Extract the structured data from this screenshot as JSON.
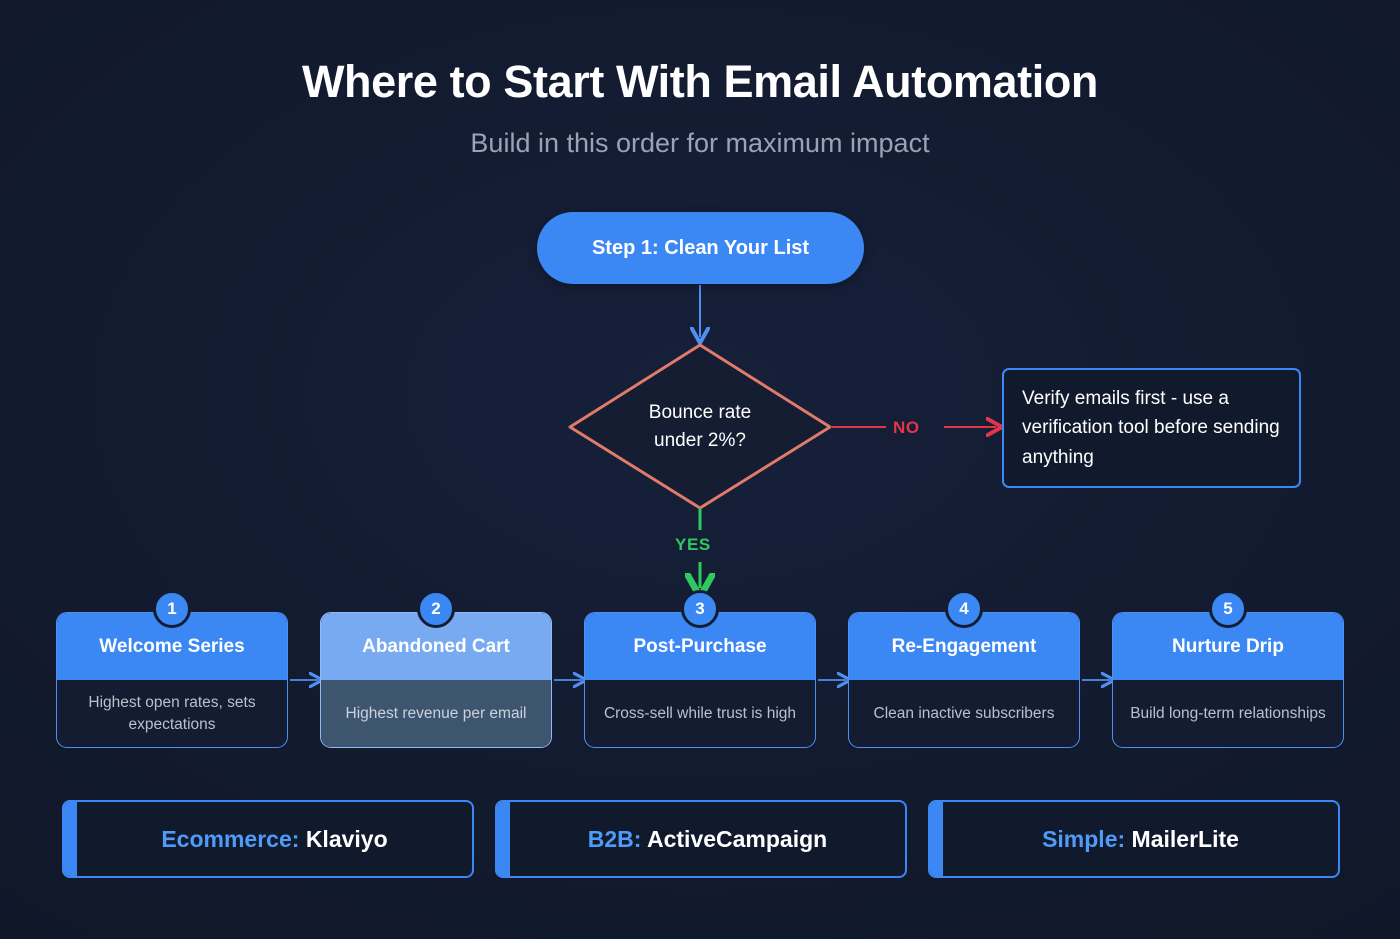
{
  "header": {
    "title": "Where to Start With Email Automation",
    "subtitle": "Build in this order for maximum impact"
  },
  "flow": {
    "start_node": "Step 1: Clean Your List",
    "decision": {
      "line1": "Bounce rate",
      "line2": "under 2%?"
    },
    "branch_no_label": "NO",
    "branch_yes_label": "YES",
    "no_outcome": "Verify emails first - use a verification tool before sending anything"
  },
  "steps": [
    {
      "number": "1",
      "title": "Welcome Series",
      "desc": "Highest open rates, sets expectations"
    },
    {
      "number": "2",
      "title": "Abandoned Cart",
      "desc": "Highest revenue per email"
    },
    {
      "number": "3",
      "title": "Post-Purchase",
      "desc": "Cross-sell while trust is high"
    },
    {
      "number": "4",
      "title": "Re-Engagement",
      "desc": "Clean inactive subscribers"
    },
    {
      "number": "5",
      "title": "Nurture Drip",
      "desc": "Build long-term relationships"
    }
  ],
  "recommendations": [
    {
      "label": "Ecommerce:",
      "value": "Klaviyo"
    },
    {
      "label": "B2B:",
      "value": "ActiveCampaign"
    },
    {
      "label": "Simple:",
      "value": "MailerLite"
    }
  ],
  "colors": {
    "background": "#121a2e",
    "accent_blue": "#3b88f5",
    "decision_border": "#e07a6a",
    "no_red": "#e0364a",
    "yes_green": "#2ec95e",
    "muted_text": "#99a3b6"
  }
}
